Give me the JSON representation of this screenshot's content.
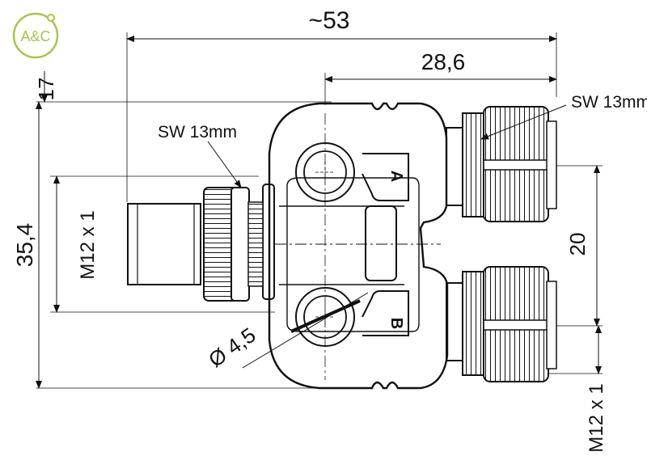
{
  "logo": {
    "text": "A&C",
    "color": "#a6c64a"
  },
  "dimensions": {
    "overall_width": "~53",
    "body_width": "28,6",
    "left_top_offset": "17",
    "overall_height": "35,4",
    "port_spacing": "20",
    "mount_hole": "Ø 4,5"
  },
  "labels": {
    "sw_top_right": "SW 13mm",
    "sw_left": "SW 13mm",
    "thread_left": "M12 x 1",
    "thread_right": "M12 x 1",
    "port_a": "A",
    "port_b": "B"
  }
}
